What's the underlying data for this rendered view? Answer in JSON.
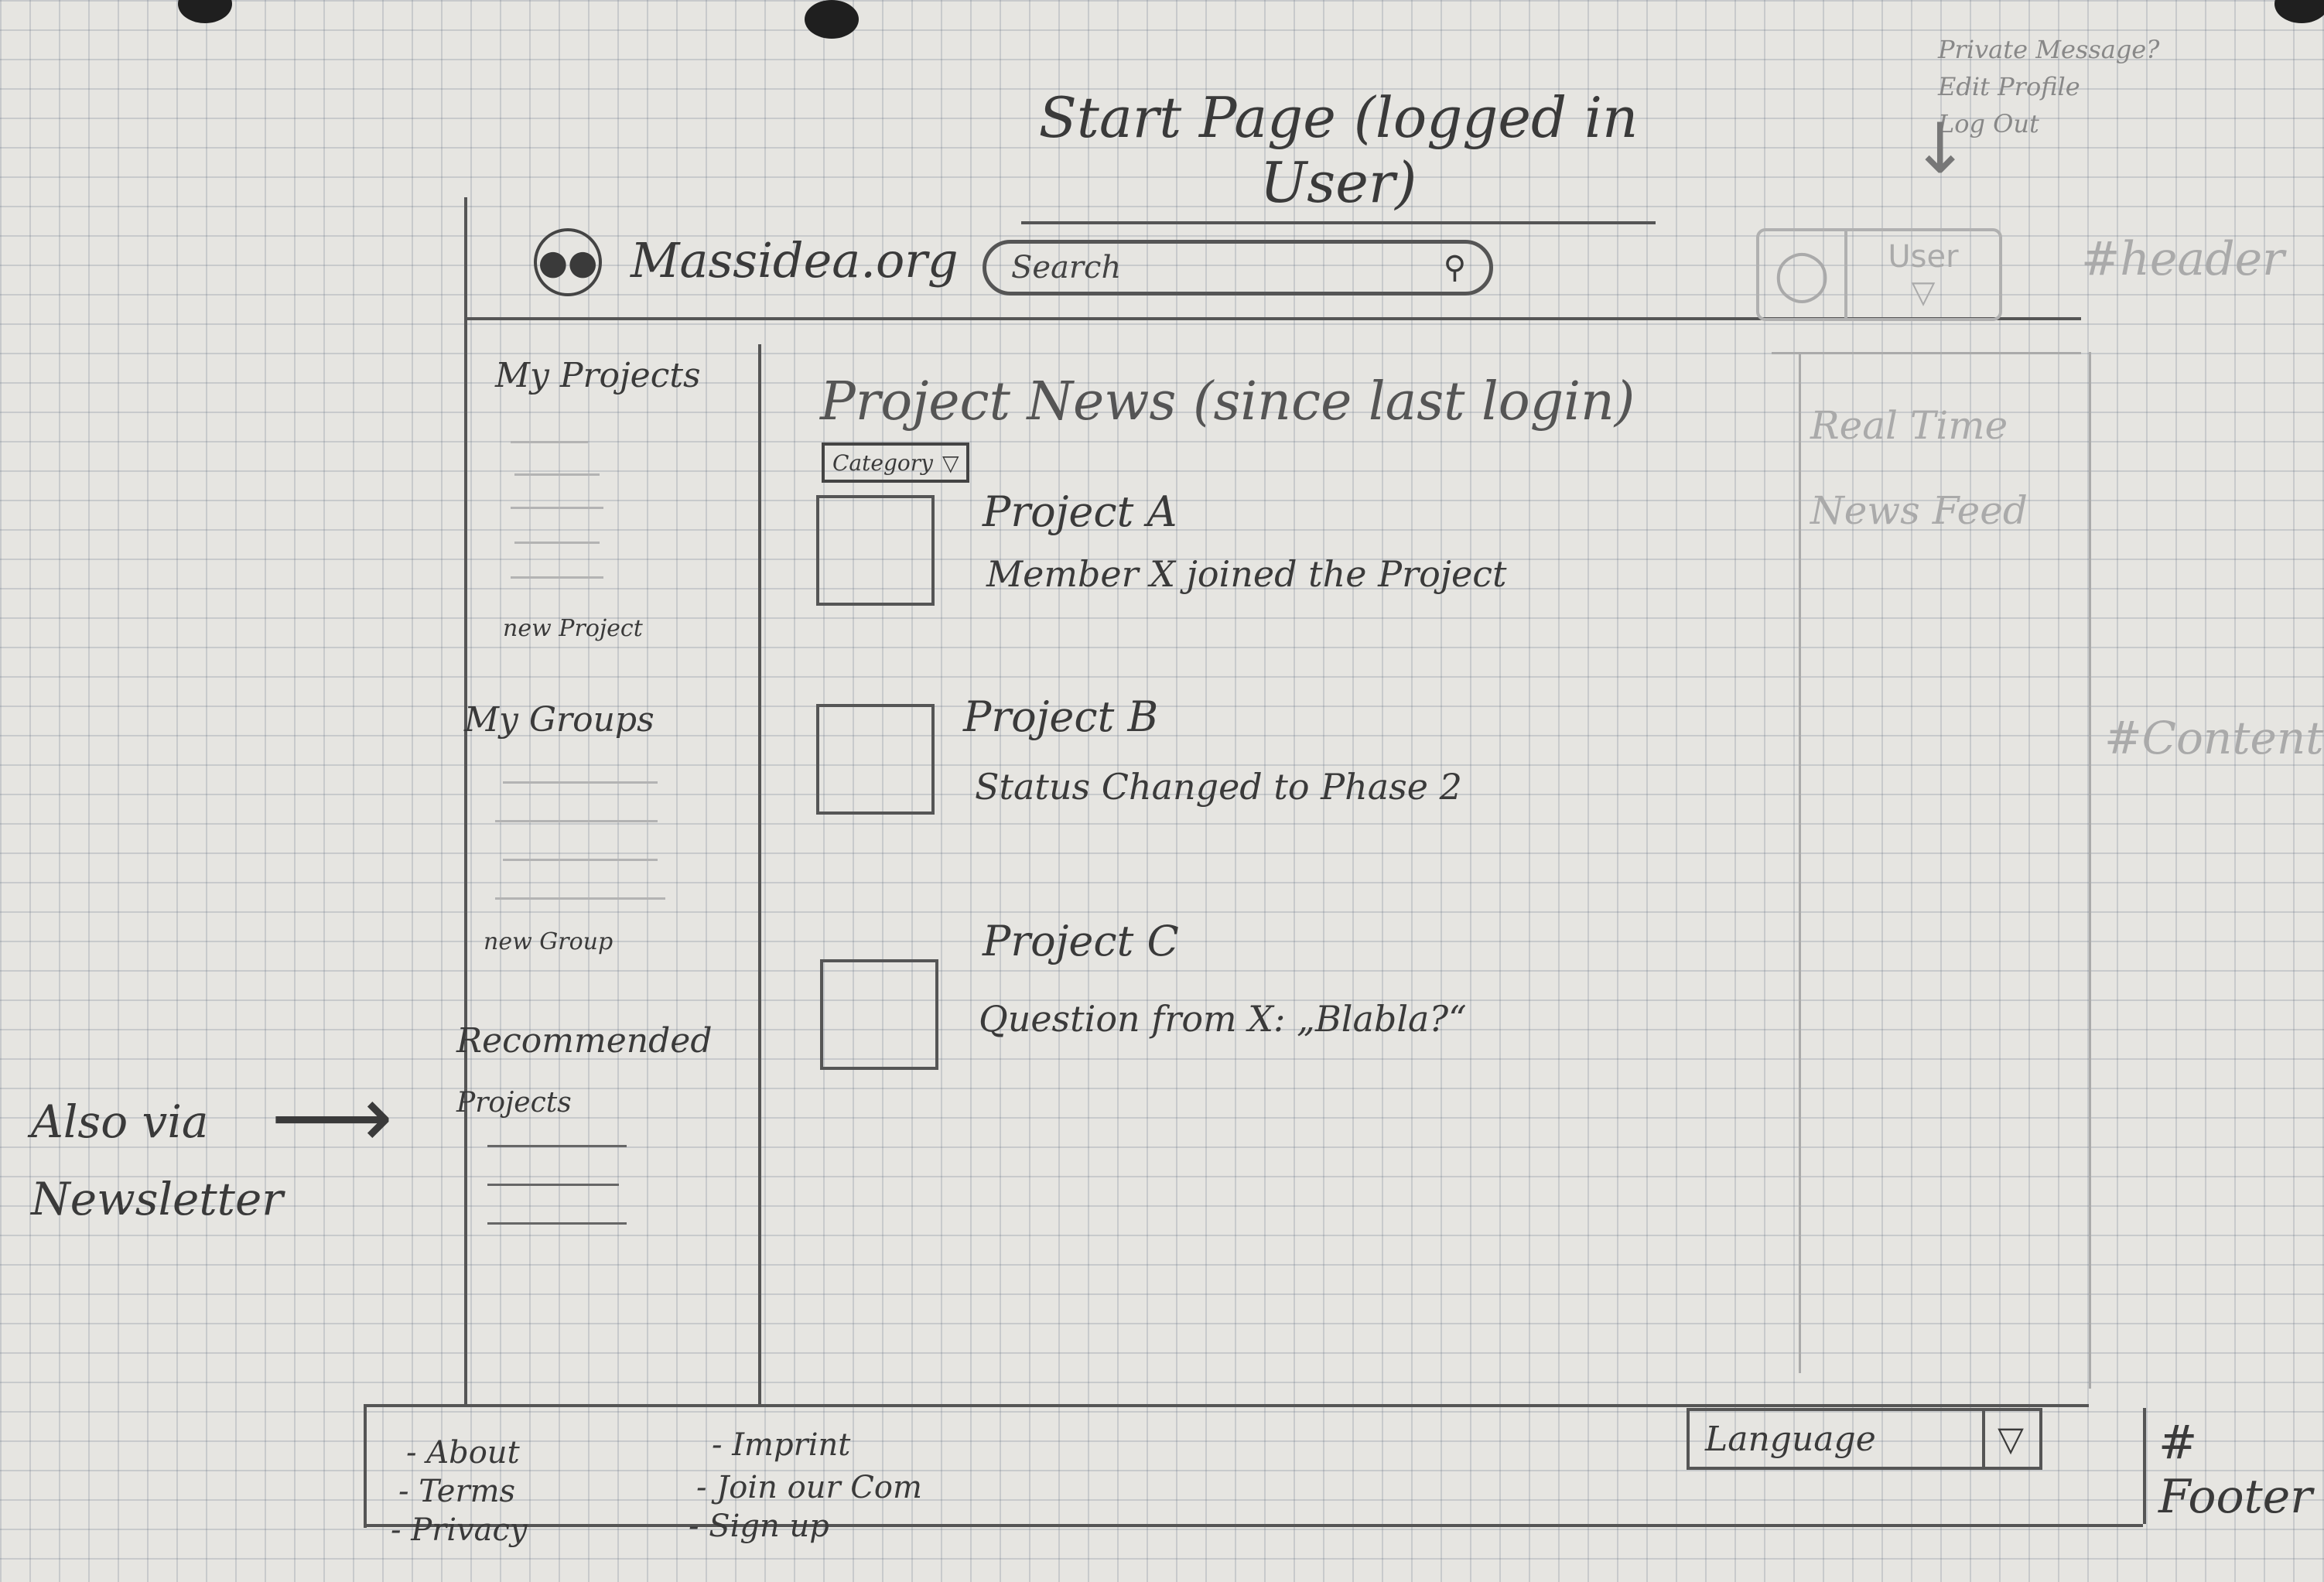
{
  "page": {
    "title": "Start Page (logged in User)"
  },
  "header": {
    "site_name": "Massidea.org",
    "search_placeholder": "Search",
    "user_label": "User",
    "user_dropdown_note": [
      "Private Message?",
      "Edit Profile",
      "Log Out"
    ],
    "section_tag": "#header"
  },
  "sidebar": {
    "my_projects": {
      "heading": "My Projects",
      "new_link": "new Project"
    },
    "my_groups": {
      "heading": "My Groups",
      "new_link": "new Group"
    },
    "recommended": {
      "heading": "Recommended",
      "subheading": "Projects"
    }
  },
  "main": {
    "feed_title": "Project News (since last login)",
    "category_label": "Category",
    "news": [
      {
        "project": "Project A",
        "text": "Member X joined the Project"
      },
      {
        "project": "Project B",
        "text": "Status Changed to Phase 2"
      },
      {
        "project": "Project C",
        "text": "Question from X: „Blabla?“"
      }
    ]
  },
  "right_panel": {
    "title": "Real Time News Feed",
    "section_tag": "#Content"
  },
  "annotations": {
    "newsletter_note": [
      "Also via",
      "Newsletter"
    ]
  },
  "footer": {
    "links_left": [
      "- About",
      "- Terms",
      "- Privacy"
    ],
    "links_right": [
      "- Imprint",
      "- Join our Com",
      "- Sign up"
    ],
    "language_label": "Language",
    "section_tag": "# Footer"
  },
  "icons": {
    "logo": "people-group-icon",
    "search": "magnifier-icon",
    "avatar": "person-silhouette-icon",
    "dropdown": "triangle-down-icon"
  }
}
